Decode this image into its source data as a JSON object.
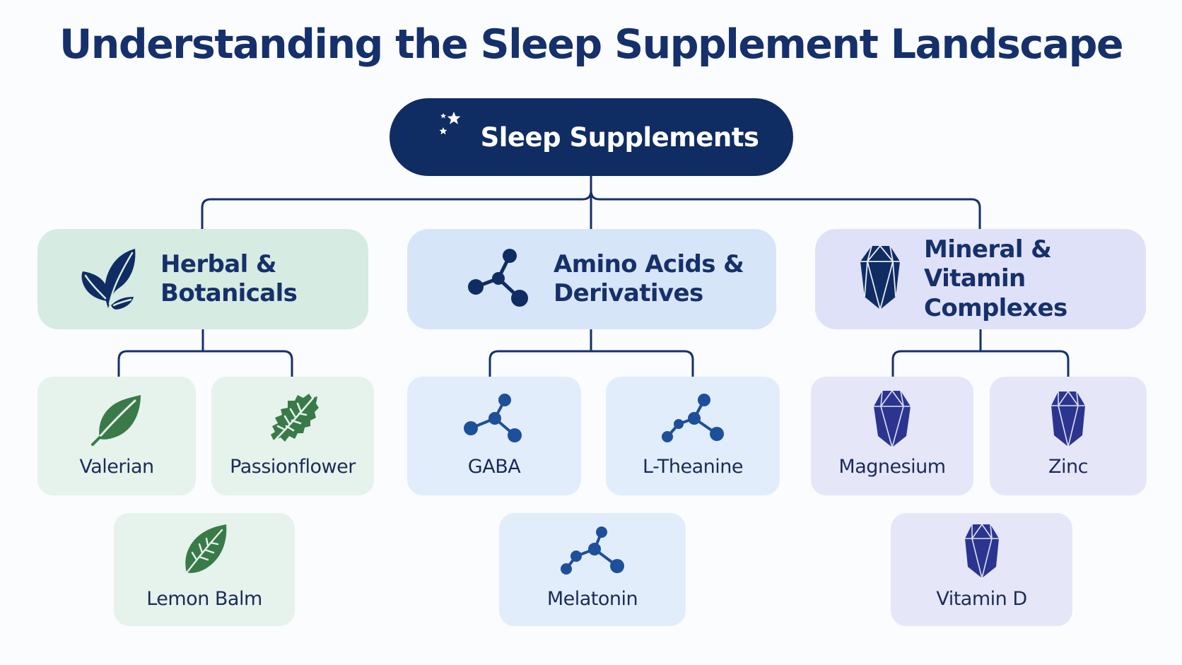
{
  "title": "Understanding the Sleep Supplement Landscape",
  "root": {
    "label": "Sleep Supplements",
    "icon": "moon-stars-icon"
  },
  "categories": [
    {
      "label": "Herbal &\nBotanicals",
      "icon": "plant-leaves-icon",
      "items": [
        {
          "label": "Valerian",
          "icon": "leaf-icon"
        },
        {
          "label": "Passionflower",
          "icon": "serrated-leaf-icon"
        },
        {
          "label": "Lemon Balm",
          "icon": "leaf-icon"
        }
      ]
    },
    {
      "label": "Amino Acids &\nDerivatives",
      "icon": "molecule-icon",
      "items": [
        {
          "label": "GABA",
          "icon": "molecule-icon"
        },
        {
          "label": "L-Theanine",
          "icon": "molecule-icon"
        },
        {
          "label": "Melatonin",
          "icon": "molecule-icon"
        }
      ]
    },
    {
      "label": "Mineral &\nVitamin Complexes",
      "icon": "crystal-icon",
      "items": [
        {
          "label": "Magnesium",
          "icon": "crystal-icon"
        },
        {
          "label": "Zinc",
          "icon": "crystal-icon"
        },
        {
          "label": "Vitamin D",
          "icon": "crystal-icon"
        }
      ]
    }
  ],
  "colors": {
    "navy": "#0f2c63",
    "herbal_bg": "#d6ebe2",
    "amino_bg": "#d7e5f9",
    "mineral_bg": "#dfe1f8",
    "leaf_green": "#3a7a48",
    "molecule_blue": "#1e4f9a",
    "crystal_indigo": "#2b3590"
  }
}
